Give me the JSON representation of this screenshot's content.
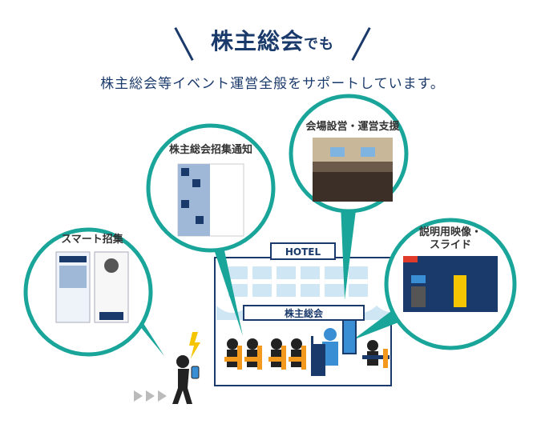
{
  "header": {
    "title_main": "株主総会",
    "title_suffix": "でも",
    "subtitle": "株主総会等イベント運営全般をサポートしています。"
  },
  "bubbles": {
    "smart": "スマート招集",
    "notice": "株主総会招集通知",
    "venue": "会場設営・運営支援",
    "slides_line1": "説明用映像・",
    "slides_line2": "スライド"
  },
  "building": {
    "sign": "HOTEL",
    "banner": "株主総会"
  },
  "colors": {
    "navy": "#1a3a6b",
    "teal": "#1aa59a",
    "light_blue": "#cfe6f5",
    "orange": "#f39a1e",
    "yellow": "#f4c500",
    "figure_blue": "#3a8fd4"
  },
  "icons": {
    "lightning": "lightning-icon",
    "person": "walking-person-icon",
    "arrows": "triple-arrow-icon"
  }
}
